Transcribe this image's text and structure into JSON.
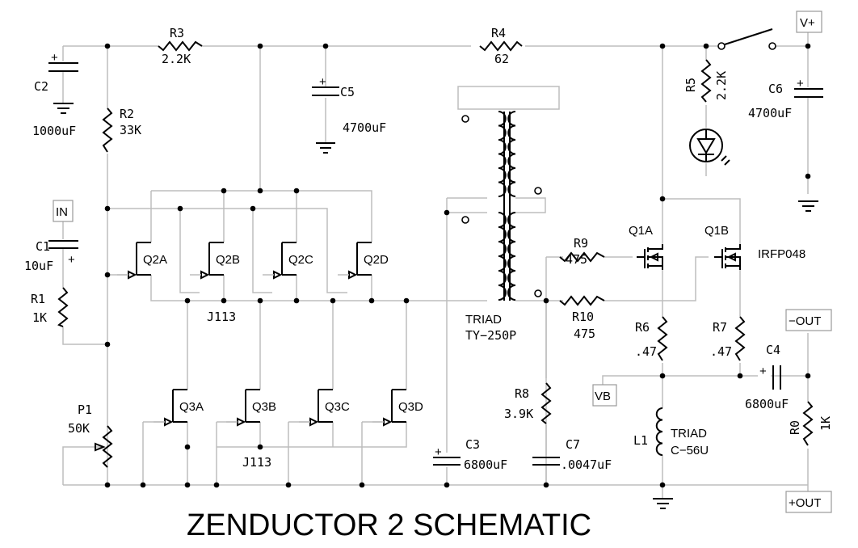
{
  "title": "ZENDUCTOR 2 SCHEMATIC",
  "ports": {
    "vplus": "V+",
    "in": "IN",
    "vb": "VB",
    "out_neg": "−OUT",
    "out_pos": "+OUT"
  },
  "components": {
    "R0": {
      "ref": "R0",
      "value": "1K"
    },
    "R1": {
      "ref": "R1",
      "value": "1K"
    },
    "R2": {
      "ref": "R2",
      "value": "33K"
    },
    "R3": {
      "ref": "R3",
      "value": "2.2K"
    },
    "R4": {
      "ref": "R4",
      "value": "62"
    },
    "R5": {
      "ref": "R5",
      "value": "2.2K"
    },
    "R6": {
      "ref": "R6",
      "value": ".47"
    },
    "R7": {
      "ref": "R7",
      "value": ".47"
    },
    "R8": {
      "ref": "R8",
      "value": "3.9K"
    },
    "R9": {
      "ref": "R9",
      "value": "475"
    },
    "R10": {
      "ref": "R10",
      "value": "475"
    },
    "C1": {
      "ref": "C1",
      "value": "10uF"
    },
    "C2": {
      "ref": "C2",
      "value": "1000uF"
    },
    "C3": {
      "ref": "C3",
      "value": "6800uF"
    },
    "C4": {
      "ref": "C4",
      "value": "6800uF"
    },
    "C5": {
      "ref": "C5",
      "value": "4700uF"
    },
    "C6": {
      "ref": "C6",
      "value": "4700uF"
    },
    "C7": {
      "ref": "C7",
      "value": ".0047uF"
    },
    "P1": {
      "ref": "P1",
      "value": "50K"
    },
    "L1": {
      "ref": "L1",
      "value1": "TRIAD",
      "value2": "C−56U"
    },
    "T1": {
      "value1": "TRIAD",
      "value2": "TY−250P"
    },
    "Q1A": {
      "ref": "Q1A"
    },
    "Q1B": {
      "ref": "Q1B",
      "part": "IRFP048"
    },
    "Q2": {
      "refs": [
        "Q2A",
        "Q2B",
        "Q2C",
        "Q2D"
      ],
      "part": "J113"
    },
    "Q3": {
      "refs": [
        "Q3A",
        "Q3B",
        "Q3C",
        "Q3D"
      ],
      "part": "J113"
    }
  },
  "plus_sign": "+"
}
